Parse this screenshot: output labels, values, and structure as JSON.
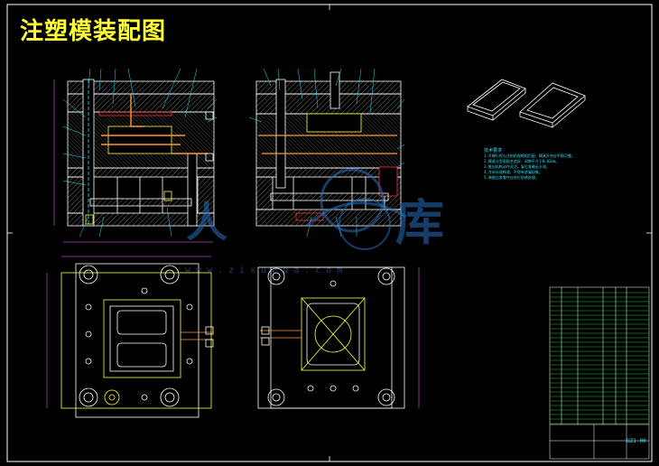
{
  "drawing": {
    "title": "注塑模装配图",
    "drawing_number": "UZ1-00"
  },
  "technical_notes": {
    "heading": "技术要求",
    "lines": [
      "1.开模行程与注射机规格相匹配，模具开合应平稳可靠。",
      "2.模具分型面贴合良好，间隙不大于0.02mm。",
      "3.推出机构动作灵活，复位准确无卡滞。",
      "4.冷却水道畅通，不得有渗漏现象。",
      "5.装配后各零件应进行防锈处理。"
    ]
  },
  "watermark": {
    "glyph_left": "人",
    "glyph_right": "库",
    "url": "www.zixueda.com"
  },
  "colors": {
    "background": "#000000",
    "frame": "#ffffff",
    "title": "#ffff33",
    "structure": "#ffffff",
    "section_hatch": "#b0b0b0",
    "parting": "#ff3333",
    "cavity": "#ffff33",
    "runner": "#ff9933",
    "cooling": "#33ff33",
    "annotation": "#22e6ff",
    "dimension": "#ff66ff",
    "watermark": "#2a6ebe"
  }
}
